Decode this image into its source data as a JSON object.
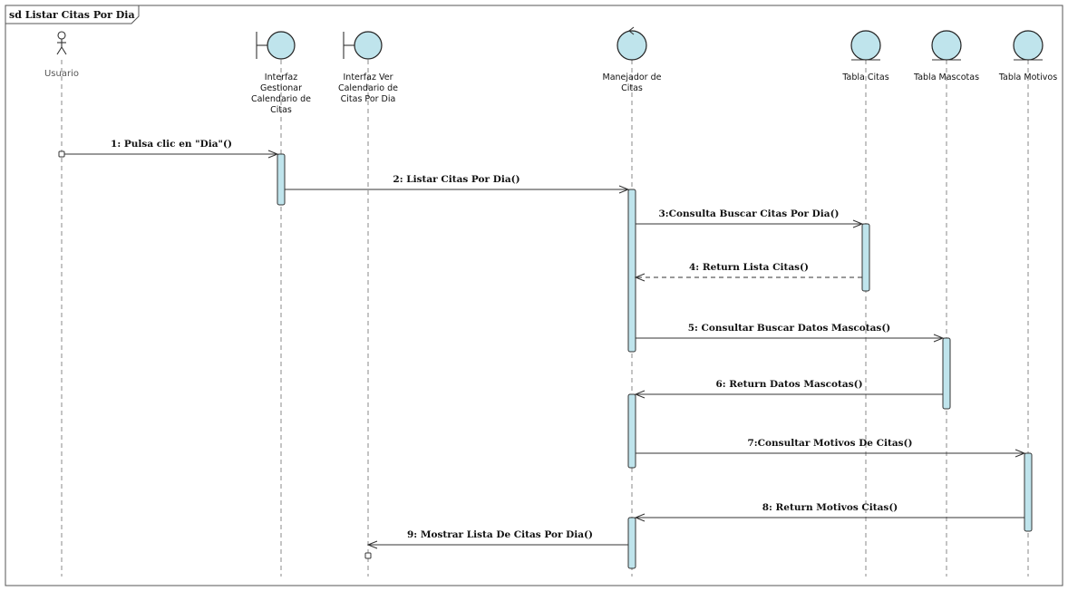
{
  "frame": {
    "title": "sd Listar Citas Por Dia"
  },
  "participants": [
    {
      "id": "usuario",
      "kind": "actor",
      "label": [
        "Usuario"
      ]
    },
    {
      "id": "ui_gestionar",
      "kind": "boundary",
      "label": [
        "Interfaz",
        "Gestionar",
        "Calendario de",
        "Citas"
      ]
    },
    {
      "id": "ui_ver",
      "kind": "boundary",
      "label": [
        "Interfaz Ver",
        "Calendario de",
        "Citas Por Dia"
      ]
    },
    {
      "id": "manejador",
      "kind": "control",
      "label": [
        "Manejador de",
        "Citas"
      ]
    },
    {
      "id": "tabla_citas",
      "kind": "entity",
      "label": [
        "Tabla Citas"
      ]
    },
    {
      "id": "tabla_mascotas",
      "kind": "entity",
      "label": [
        "Tabla Mascotas"
      ]
    },
    {
      "id": "tabla_motivos",
      "kind": "entity",
      "label": [
        "Tabla Motivos"
      ]
    }
  ],
  "messages": [
    {
      "from": "usuario",
      "to": "ui_gestionar",
      "label": "1: Pulsa clic en \"Dia\"()",
      "kind": "sync"
    },
    {
      "from": "ui_gestionar",
      "to": "manejador",
      "label": "2: Listar Citas Por Dia()",
      "kind": "sync"
    },
    {
      "from": "manejador",
      "to": "tabla_citas",
      "label": "3:Consulta Buscar Citas Por Dia()",
      "kind": "sync"
    },
    {
      "from": "tabla_citas",
      "to": "manejador",
      "label": "4: Return Lista Citas()",
      "kind": "return"
    },
    {
      "from": "manejador",
      "to": "tabla_mascotas",
      "label": "5: Consultar Buscar Datos  Mascotas()",
      "kind": "sync"
    },
    {
      "from": "tabla_mascotas",
      "to": "manejador",
      "label": "6: Return Datos Mascotas()",
      "kind": "sync"
    },
    {
      "from": "manejador",
      "to": "tabla_motivos",
      "label": "7:Consultar Motivos De Citas()",
      "kind": "sync"
    },
    {
      "from": "tabla_motivos",
      "to": "manejador",
      "label": "8: Return Motivos Citas()",
      "kind": "sync"
    },
    {
      "from": "manejador",
      "to": "ui_ver",
      "label": "9: Mostrar Lista De Citas Por Dia()",
      "kind": "sync"
    }
  ]
}
